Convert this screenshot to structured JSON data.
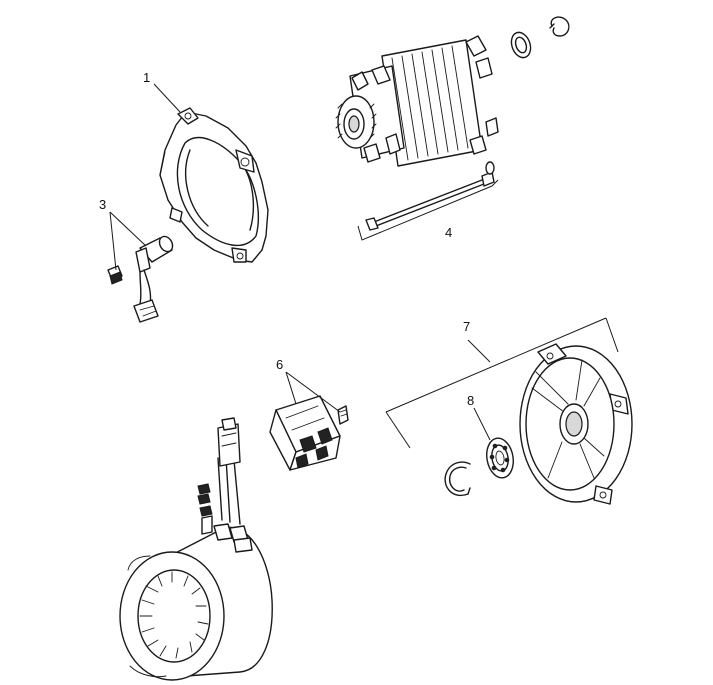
{
  "diagram": {
    "callouts": [
      {
        "id": "1",
        "label": "1"
      },
      {
        "id": "3",
        "label": "3"
      },
      {
        "id": "4",
        "label": "4"
      },
      {
        "id": "6",
        "label": "6"
      },
      {
        "id": "7",
        "label": "7"
      },
      {
        "id": "8",
        "label": "8"
      }
    ],
    "parts": [
      {
        "icon": "front-bracket-icon"
      },
      {
        "icon": "rotor-icon"
      },
      {
        "icon": "tie-rod-icon"
      },
      {
        "icon": "sensor-connector-icon"
      },
      {
        "icon": "regulator-icon"
      },
      {
        "icon": "rear-bracket-icon"
      },
      {
        "icon": "bearing-icon"
      },
      {
        "icon": "circlip-icon"
      },
      {
        "icon": "stator-icon"
      }
    ],
    "colors": {
      "line": "#1a1a1a",
      "background": "#ffffff"
    }
  }
}
